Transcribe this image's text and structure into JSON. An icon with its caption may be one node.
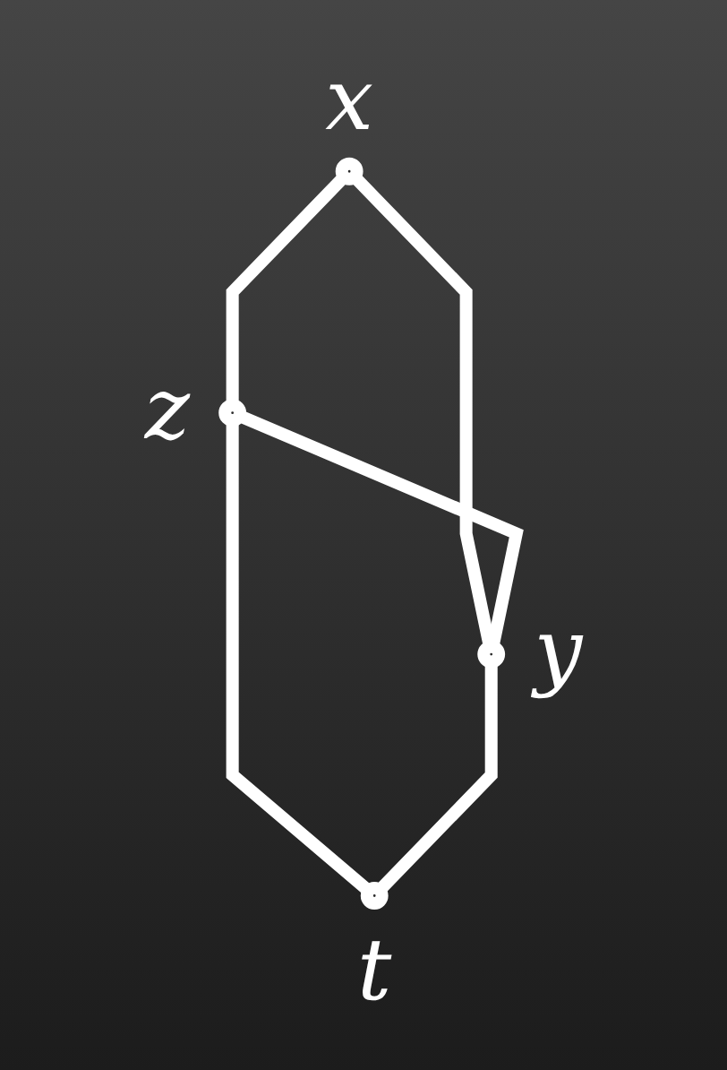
{
  "diagram": {
    "nodes": [
      {
        "text": [],
        "shape": "circle",
        "beside": [
          "x"
        ]
      },
      {
        "text": [],
        "shape": "circle",
        "beside": [
          "z"
        ]
      },
      {
        "text": [],
        "shape": "circle",
        "beside": [
          "y"
        ]
      },
      {
        "text": [],
        "shape": "circle",
        "beside": [
          "t"
        ]
      }
    ],
    "edges": [
      {
        "from": 0,
        "to": 1,
        "arrow": "none"
      },
      {
        "from": 0,
        "to": 2,
        "arrow": "none"
      },
      {
        "from": 1,
        "to": 2,
        "arrow": "none"
      },
      {
        "from": 1,
        "to": 3,
        "arrow": "none"
      },
      {
        "from": 2,
        "to": 3,
        "arrow": "none"
      }
    ]
  }
}
